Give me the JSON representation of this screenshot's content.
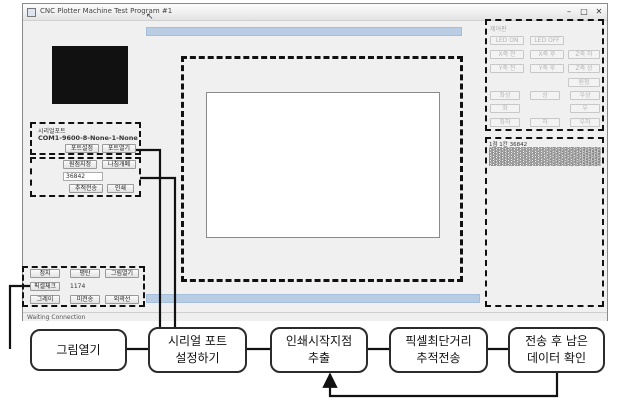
{
  "window": {
    "title": "CNC Plotter Machine Test Program #1",
    "buttons": [
      "–",
      "□",
      "✕"
    ]
  },
  "left_panel": {
    "serial_label": "시리얼포트",
    "port_setting": "COM1-9600-8-None-1-None",
    "port_settings_button": "포트설정",
    "port_open_button": "포트열기",
    "row2_button_left": "원점지정",
    "row2_button_right": "나침개폐",
    "value_field": "36842",
    "trace_send_button": "추적전송",
    "print_button": "인쇄",
    "bottom_buttons": [
      "정지",
      "평탄",
      "그림열기",
      "픽셀체크",
      "1174",
      "그레이",
      "미전송",
      "외곽선"
    ]
  },
  "right_panel": {
    "header": "제어판",
    "buttons": [
      "LED ON",
      "LED OFF",
      "X축 전",
      "X축 후",
      "Y축 전",
      "Y축 후",
      "Z축 상",
      "Z축 하",
      "원점",
      "좌상",
      "상",
      "우상",
      "좌",
      "우",
      "좌하",
      "하",
      "우하"
    ],
    "log_header": "1점 1칸 36842",
    "log_text": "ABRBRBRBRBRBRBRBRBRBRBRBRBRBRBRBRBRBRBRBRBRBRBRBRBRBR\nBRBRBRBRBRBRBRBRBRBRBRBRBRBRBRBRBRBRBRBRBRBRBRBRBRBRB\nRBRBRBRBRBRBRBRBRBRBRBRBRBRBRBRBRBRBRBRBRBRBRBRBRBRBR\nBRBRBRBRBRBRBRBRBRBRBRBRBRBRBRBRBRBRBRBRBRBRBRBRBRBRB\nRBRBRBRBRBRBRBRBRBRBRBRBRBRBRBRBRBRBRBRBRBRBRBRBRBRBR"
  },
  "status_bar": {
    "text": "Waiting Connection"
  },
  "flow": {
    "boxes": [
      "그림열기",
      "시리얼 포트\n설정하기",
      "인쇄시작지점\n추출",
      "픽셀최단거리\n추적전송",
      "전송 후 남은\n데이터 확인"
    ]
  },
  "colors": {
    "accent_blue": "#b8cde4",
    "dash": "#111111",
    "window_bg": "#f0f0f0"
  },
  "icons": {
    "app": "app-icon",
    "cursor": "cursor-arrow-icon"
  }
}
